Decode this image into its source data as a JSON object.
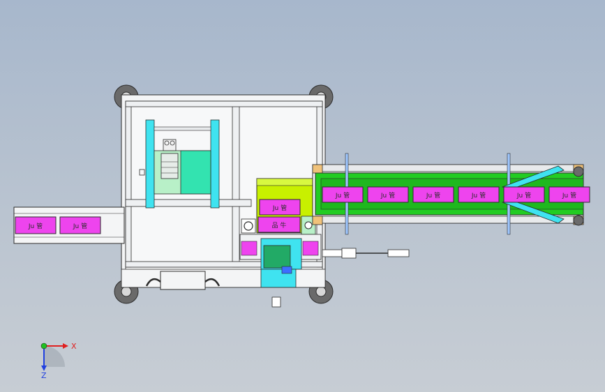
{
  "colors": {
    "frame": "#f4f5f6",
    "outline": "#2b2b2b",
    "cyan": "#3fe3f0",
    "teal": "#33e3b0",
    "mint": "#b8f0c8",
    "lime": "#c8f000",
    "green": "#22cc22",
    "magenta": "#ee44ee",
    "tan": "#f0c27a",
    "blue": "#3d6fff",
    "wheel": "#6a6a6a",
    "axis_x": "#e02020",
    "axis_y": "#20c020",
    "axis_z": "#2040e0"
  },
  "product_box_label": "Ju 管",
  "product_box_label_alt": "品 牛",
  "axes": {
    "x": "X",
    "z": "Z"
  }
}
